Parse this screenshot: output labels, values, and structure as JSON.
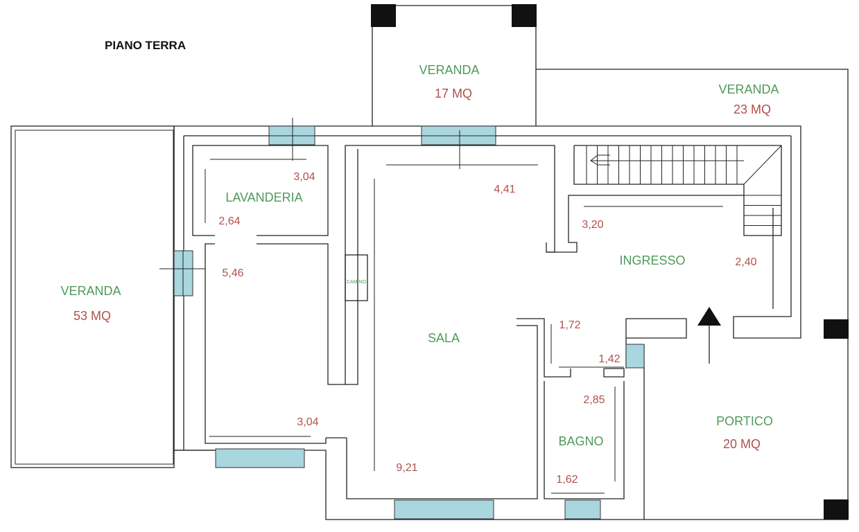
{
  "title": "PIANO TERRA",
  "rooms": {
    "veranda_top": {
      "label": "VERANDA",
      "area": "17 MQ"
    },
    "veranda_right": {
      "label": "VERANDA",
      "area": "23 MQ"
    },
    "veranda_left": {
      "label": "VERANDA",
      "area": "53 MQ"
    },
    "lavanderia": {
      "label": "LAVANDERIA"
    },
    "ingresso": {
      "label": "INGRESSO"
    },
    "sala": {
      "label": "SALA"
    },
    "bagno": {
      "label": "BAGNO"
    },
    "portico": {
      "label": "PORTICO",
      "area": "20 MQ"
    },
    "camino": {
      "label": "CAMINO"
    }
  },
  "dimensions": {
    "lav_top": "3,04",
    "lav_side": "2,64",
    "left_room_side": "5,46",
    "left_room_bottom": "3,04",
    "sala_top": "4,41",
    "sala_side": "9,21",
    "ingresso_top": "3,20",
    "ingresso_side": "2,40",
    "corridor_a": "1,72",
    "corridor_b": "1,42",
    "bagno_side": "2,85",
    "bagno_bottom": "1,62"
  }
}
